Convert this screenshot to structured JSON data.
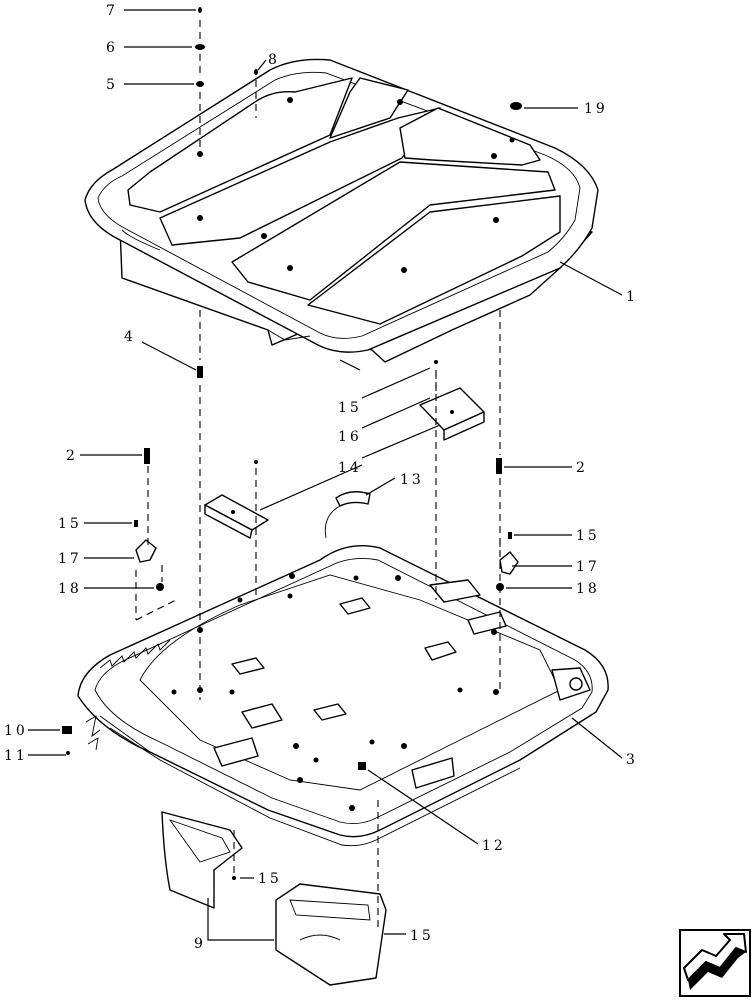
{
  "diagram": {
    "callouts": [
      "7",
      "6",
      "5",
      "8",
      "19",
      "1",
      "4",
      "15",
      "16",
      "14",
      "2",
      "2",
      "13",
      "15",
      "15",
      "17",
      "17",
      "18",
      "18",
      "3",
      "10",
      "11",
      "12",
      "15",
      "9",
      "15"
    ]
  },
  "icons": {
    "nav_arrow": "arrow-icon"
  }
}
